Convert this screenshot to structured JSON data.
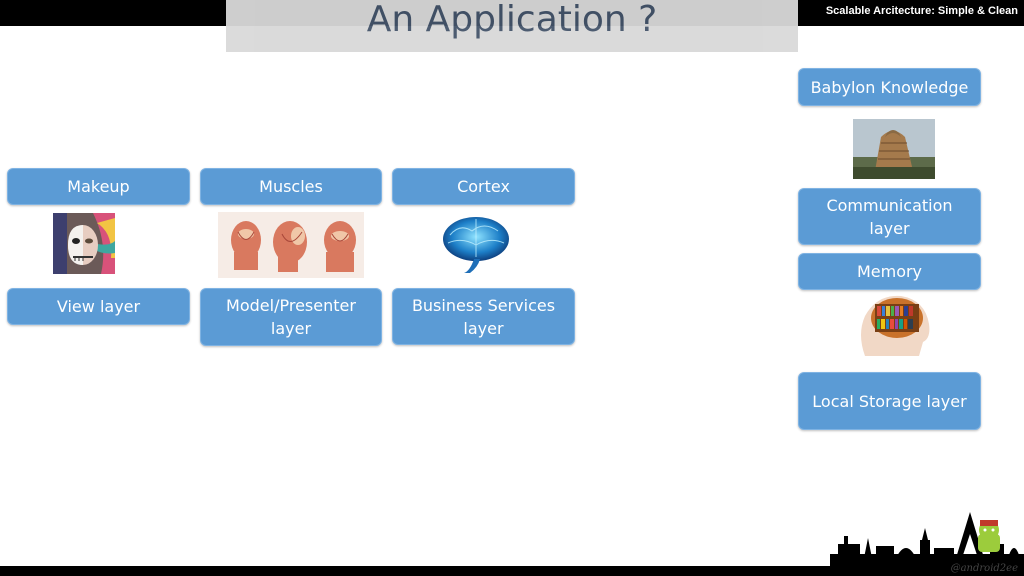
{
  "header": {
    "title": "An Application ?",
    "subtitle": "Scalable Arcitecture: Simple & Clean"
  },
  "columns": [
    {
      "top": "Makeup",
      "bottom": "View layer"
    },
    {
      "top": "Muscles",
      "bottom": "Model/Presenter layer"
    },
    {
      "top": "Cortex",
      "bottom": "Business Services layer"
    }
  ],
  "right": {
    "babylon": "Babylon Knowledge",
    "communication": "Communication layer",
    "memory": "Memory",
    "local_storage": "Local Storage layer"
  },
  "footer": {
    "handle": "@android2ee"
  },
  "colors": {
    "box": "#5b9bd5",
    "title": "#44546a",
    "bar": "#000000"
  },
  "icons": [
    "face-makeup-image",
    "muscles-image",
    "brain-image",
    "tower-of-babel-image",
    "head-bookshelf-image",
    "paris-skyline-image"
  ]
}
